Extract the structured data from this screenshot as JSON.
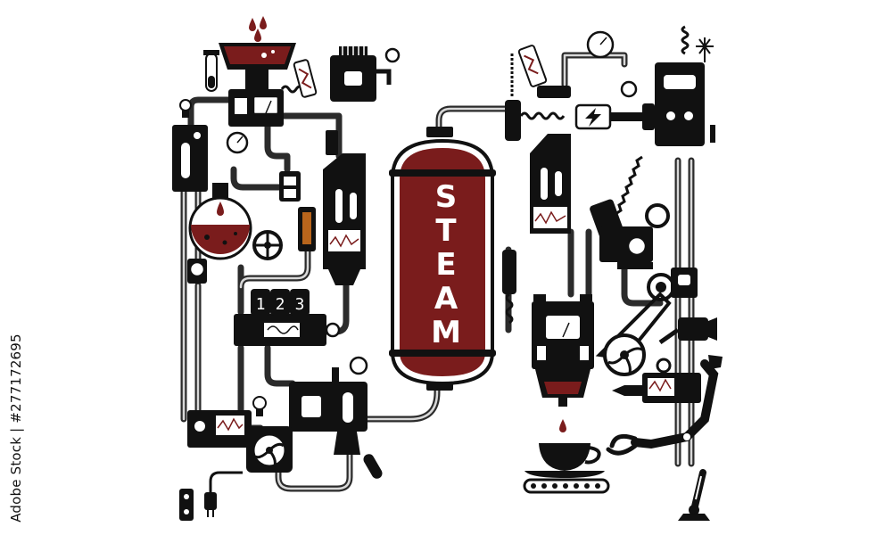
{
  "image": {
    "kind": "steampunk coffee machine illustration",
    "colors": {
      "ink": "#111111",
      "liquid": "#7a1c1c",
      "paper": "#ffffff",
      "pipe_highlight": "#d8d8d8"
    }
  },
  "steam_tank": {
    "letters": [
      "S",
      "T",
      "E",
      "A",
      "M"
    ]
  },
  "counter_display": {
    "digits": [
      "1",
      "2",
      "3"
    ]
  },
  "stock_id": {
    "text": "Adobe Stock | #277172695"
  }
}
